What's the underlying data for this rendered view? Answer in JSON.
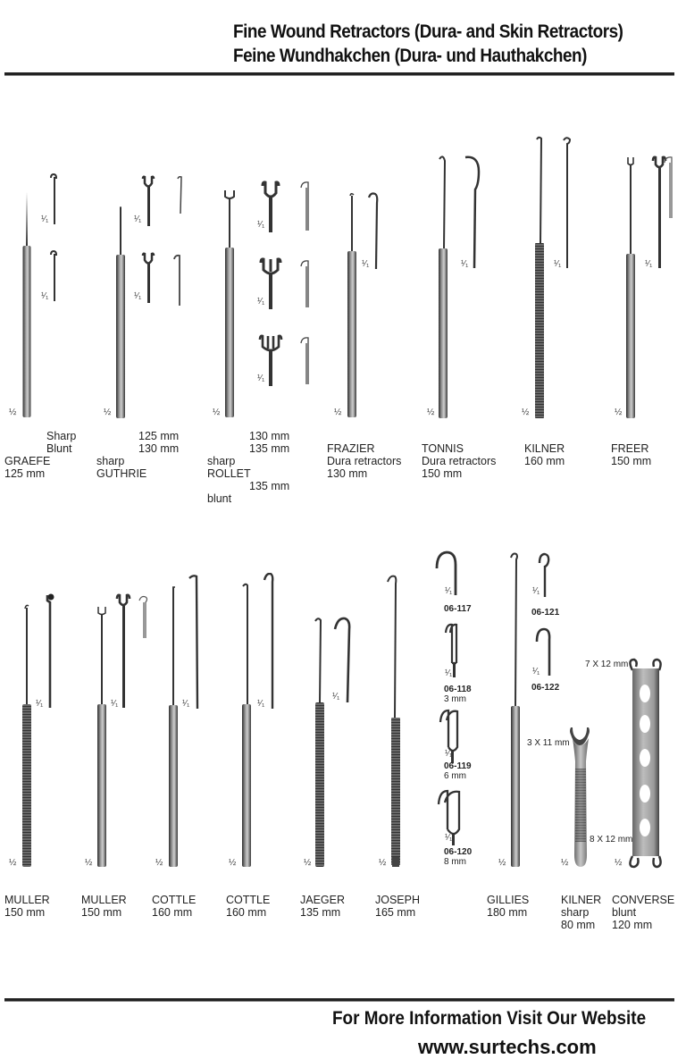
{
  "header": {
    "title_en": "Fine Wound Retractors (Dura- and Skin Retractors)",
    "title_de": "Feine Wundhakchen (Dura- und Hauthakchen)"
  },
  "scale": {
    "half": "½",
    "full": "¹⁄₁"
  },
  "top_row": [
    {
      "name": "GRAEFE",
      "size": "125  mm",
      "variants": [
        "Sharp",
        "Blunt"
      ]
    },
    {
      "name": "GUTHRIE",
      "type": "sharp",
      "variants": [
        "125 mm",
        "130 mm"
      ]
    },
    {
      "name": "ROLLET",
      "type": "sharp",
      "variants": [
        "130 mm",
        "135 mm"
      ],
      "extra_size": "135 mm",
      "extra_type": "blunt"
    },
    {
      "name": "FRAZIER",
      "desc": "Dura retractors",
      "size": "130 mm"
    },
    {
      "name": "TONNIS",
      "desc": "Dura retractors",
      "size": "150 mm"
    },
    {
      "name": "KILNER",
      "size": "160 mm"
    },
    {
      "name": "FREER",
      "size": "150 mm"
    }
  ],
  "bottom_row": [
    {
      "name": "MULLER",
      "size": "150 mm"
    },
    {
      "name": "MULLER",
      "size": "150 mm"
    },
    {
      "name": "COTTLE",
      "size": "160 mm"
    },
    {
      "name": "COTTLE",
      "size": "160 mm"
    },
    {
      "name": "JAEGER",
      "size": "135 mm"
    },
    {
      "name": "JOSEPH",
      "size": "165 mm"
    },
    {
      "name": "GILLIES",
      "size": "180 mm"
    },
    {
      "name": "KILNER",
      "type": "sharp",
      "size": "80 mm"
    },
    {
      "name": "CONVERSE",
      "type": "blunt",
      "size": "120 mm"
    }
  ],
  "hook_codes": [
    {
      "code": "06-117",
      "size": ""
    },
    {
      "code": "06-118",
      "size": "3 mm"
    },
    {
      "code": "06-119",
      "size": "6 mm"
    },
    {
      "code": "06-120",
      "size": "8 mm"
    },
    {
      "code": "06-121",
      "size": ""
    },
    {
      "code": "06-122",
      "size": ""
    }
  ],
  "dimensions": {
    "kilner_tip": "3 X 11 mm",
    "converse_top": "7 X 12 mm",
    "converse_bottom": "8 X 12 mm"
  },
  "footer": {
    "line1": "For More Information Visit Our Website",
    "url": "www.surtechs.com"
  },
  "colors": {
    "text": "#111111",
    "rule": "#222222",
    "steel_dark": "#3a3a3a",
    "steel_light": "#a8a8a8"
  }
}
